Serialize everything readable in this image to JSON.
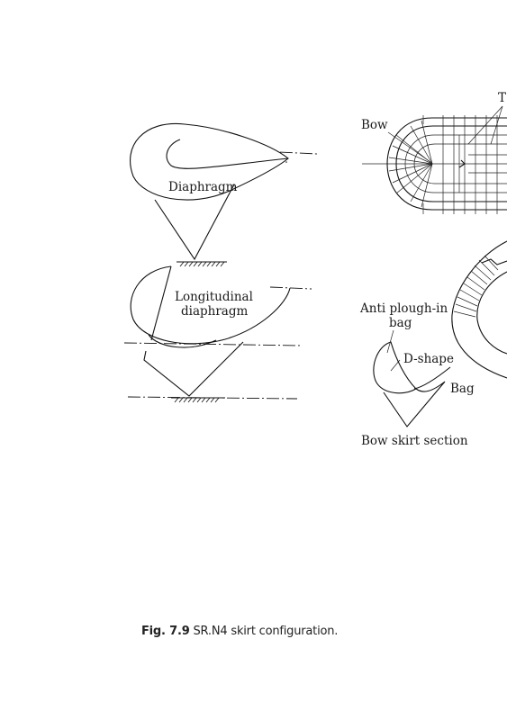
{
  "labels": {
    "diaphragm": "Diaphragm",
    "longitudinal_line1": "Longitudinal",
    "longitudinal_line2": "diaphragm",
    "bow": "Bow",
    "top_cut": "T",
    "anti_plough_line1": "Anti plough-in",
    "anti_plough_line2": "bag",
    "d_shape": "D-shape",
    "bag": "Bag",
    "bow_skirt_section": "Bow skirt section"
  },
  "caption": {
    "number": "Fig. 7.9",
    "text": "SR.N4 skirt configuration."
  }
}
